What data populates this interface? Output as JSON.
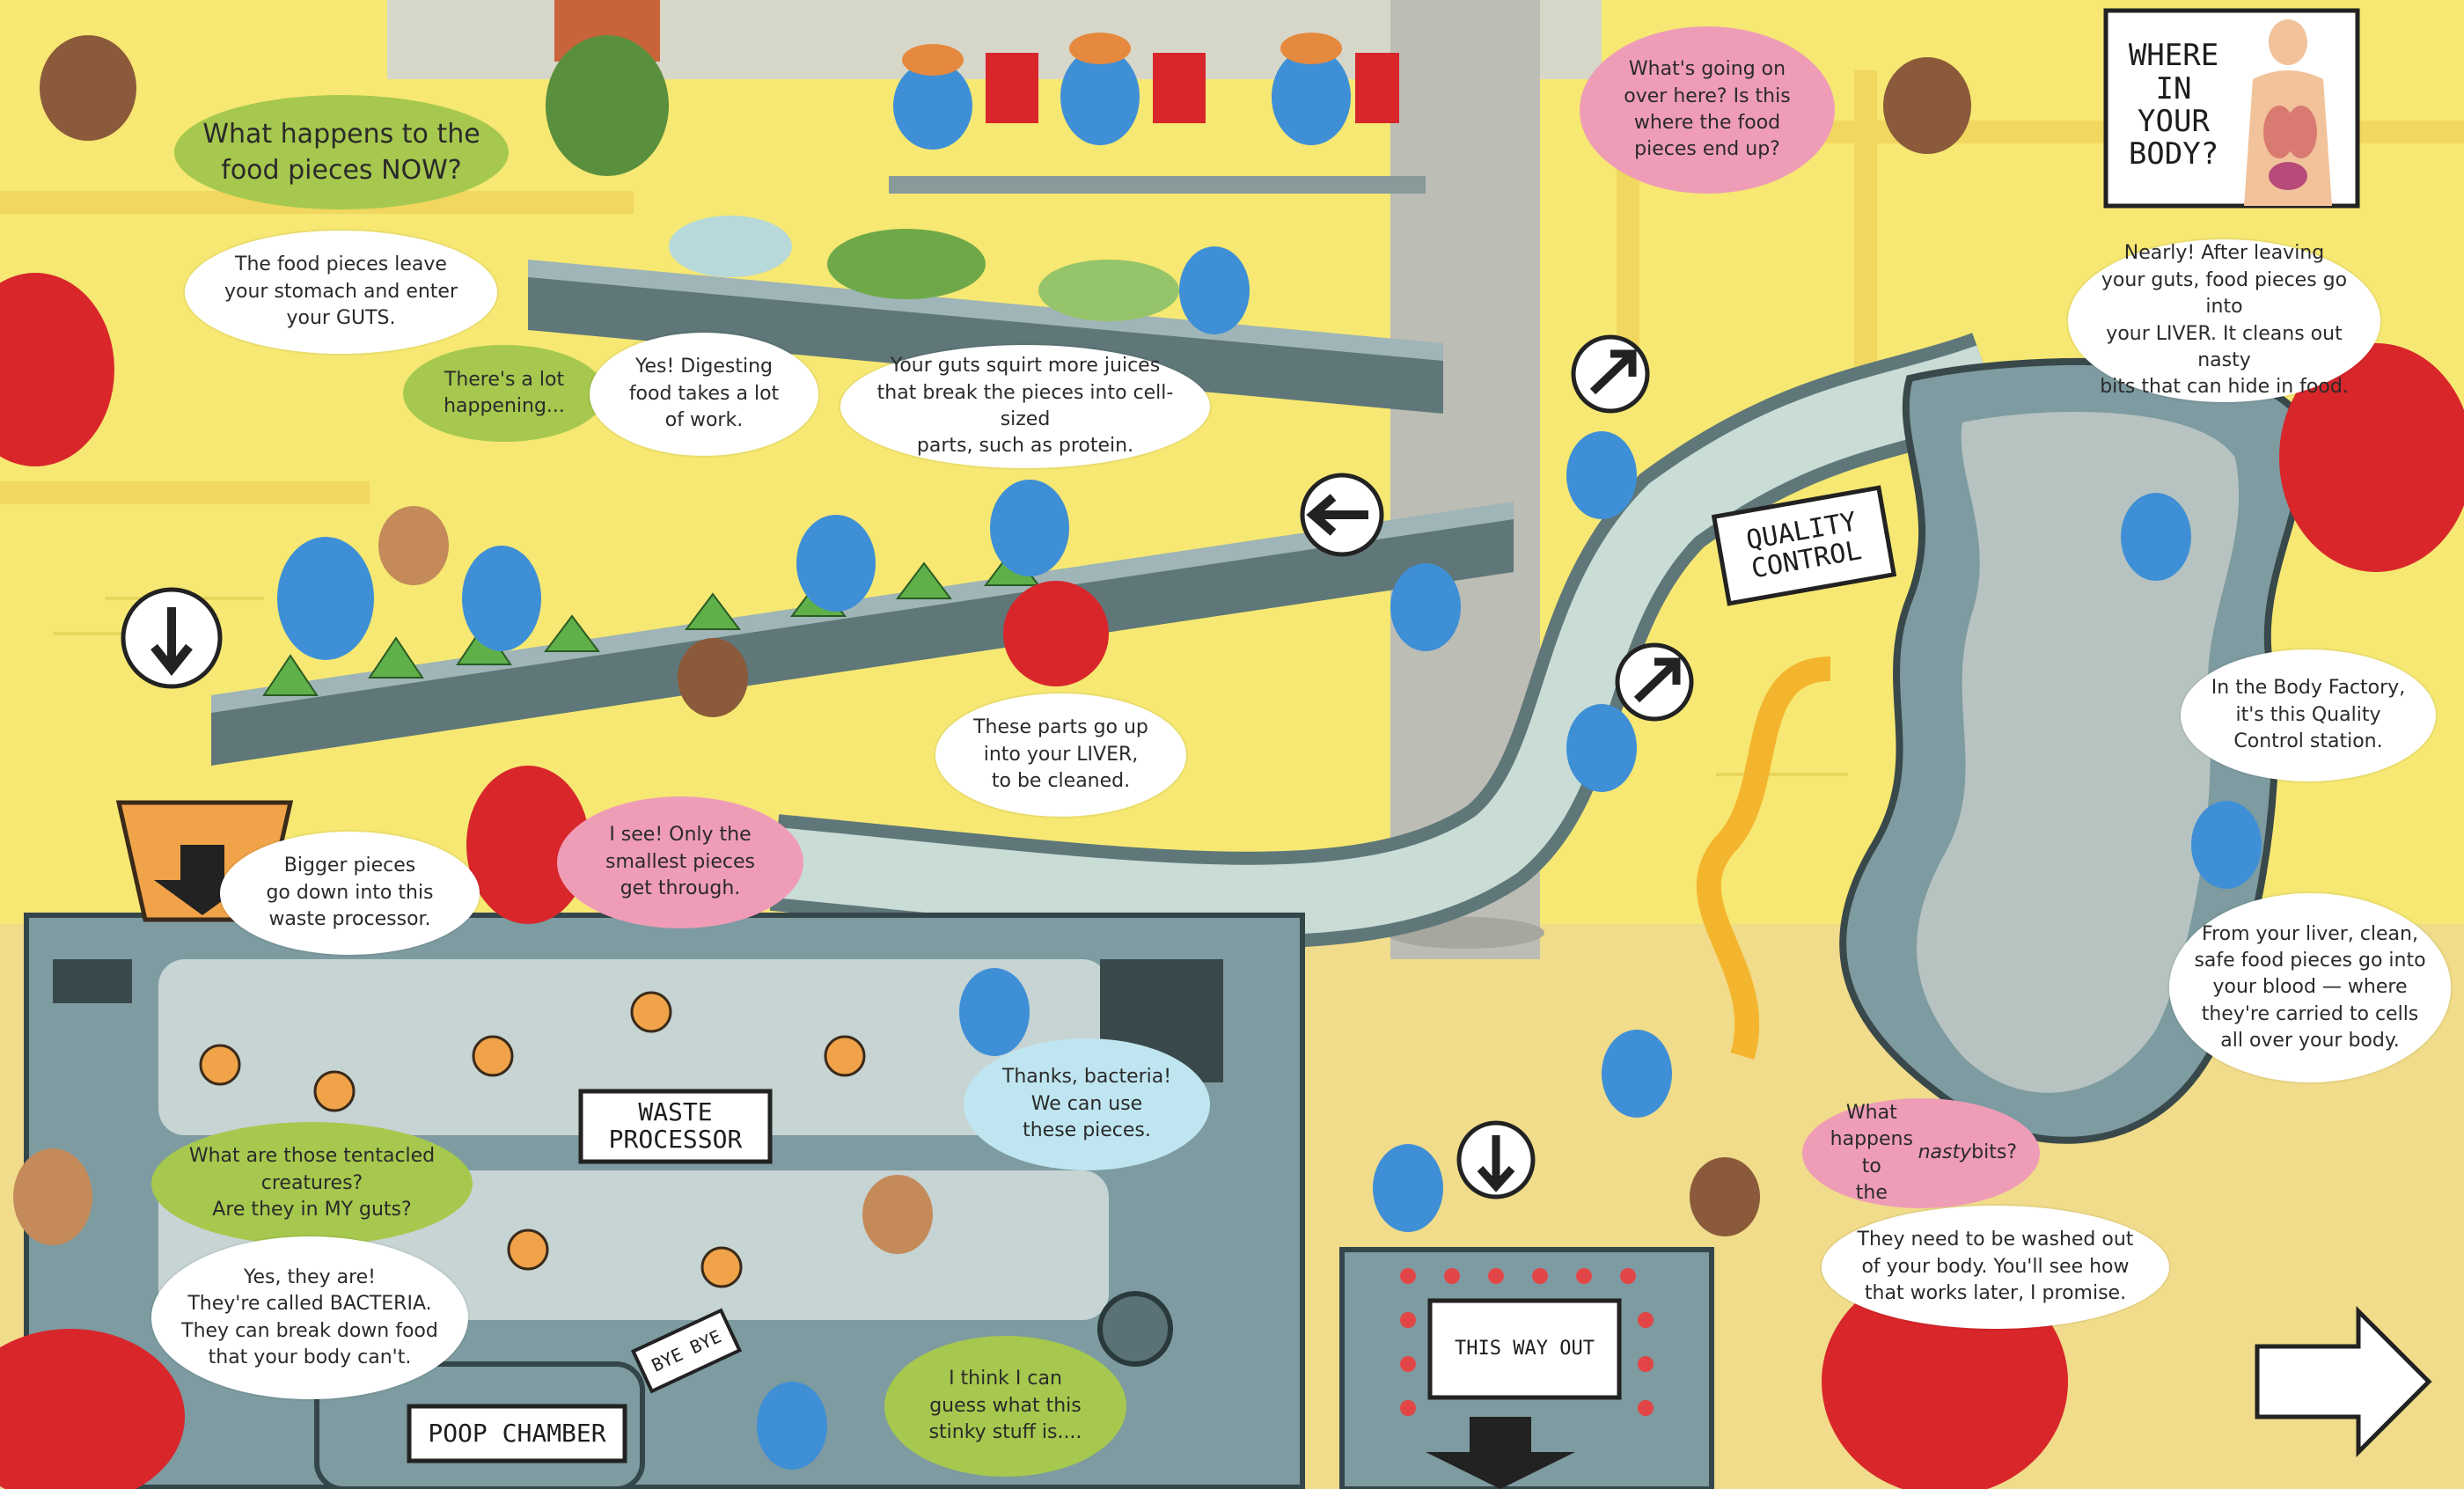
{
  "signs": {
    "where_in_body": "WHERE IN\nYOUR\nBODY?",
    "quality_control": "QUALITY\nCONTROL",
    "waste_processor": "WASTE\nPROCESSOR",
    "poop_chamber": "POOP CHAMBER",
    "bye_bye": "BYE BYE",
    "this_way_out": "THIS WAY OUT"
  },
  "bubbles": {
    "food_now": "What happens to the\nfood pieces NOW?",
    "leave_stomach": "The food pieces leave\nyour stomach and enter\nyour GUTS.",
    "lot_happening": "There's a lot\nhappening...",
    "digesting_work": "Yes! Digesting\nfood takes a lot\nof work.",
    "guts_squirt": "Your guts squirt more juices\nthat break the pieces into cell-sized\nparts, such as protein.",
    "going_on": "What's going on\nover here? Is this\nwhere the food\npieces end up?",
    "nearly_liver": "Nearly! After leaving\nyour guts, food pieces go into\nyour LIVER. It cleans out nasty\nbits that can hide in food.",
    "parts_liver": "These parts go up\ninto your LIVER,\nto be cleaned.",
    "quality_station": "In the Body Factory,\nit's this Quality\nControl station.",
    "bigger_pieces": "Bigger pieces\ngo down into this\nwaste processor.",
    "smallest_pieces": "I see! Only the\nsmallest pieces\nget through.",
    "blood": "From your liver, clean,\nsafe food pieces go into\nyour blood — where\nthey're carried to cells\nall over your body.",
    "thanks_bacteria": "Thanks, bacteria!\nWe can use\nthese pieces.",
    "tentacled": "What are those tentacled\ncreatures?\nAre they in MY guts?",
    "bacteria": "Yes, they are!\nThey're called BACTERIA.\nThey can break down food\nthat your body can't.",
    "nasty_bits_pre": "What happens to\nthe ",
    "nasty_bits_em": "nasty",
    "nasty_bits_post": " bits?",
    "washed_out": "They need to be washed out\nof your body. You'll see how\nthat works later, I promise.",
    "stinky": "I think I can\nguess what this\nstinky stuff is...."
  },
  "colors": {
    "wall": "#f6e872",
    "floor": "#f0dc8a",
    "machine": "#7d9ba0",
    "belt": "#5f7779",
    "helper_blue": "#3f8fd6",
    "hard_hat": "#e5893f",
    "owl_red": "#d8262b",
    "bubble_green": "#a6c84e",
    "bubble_pink": "#ef9db7",
    "bubble_blue": "#bfe6f0"
  },
  "icons": [
    "arrow-down-icon",
    "arrow-left-icon",
    "arrow-right-icon",
    "arrow-up-right-icon",
    "owl-icon",
    "helper-icon",
    "child-icon",
    "body-organs-icon",
    "bacteria-icon",
    "food-piece-icon"
  ]
}
